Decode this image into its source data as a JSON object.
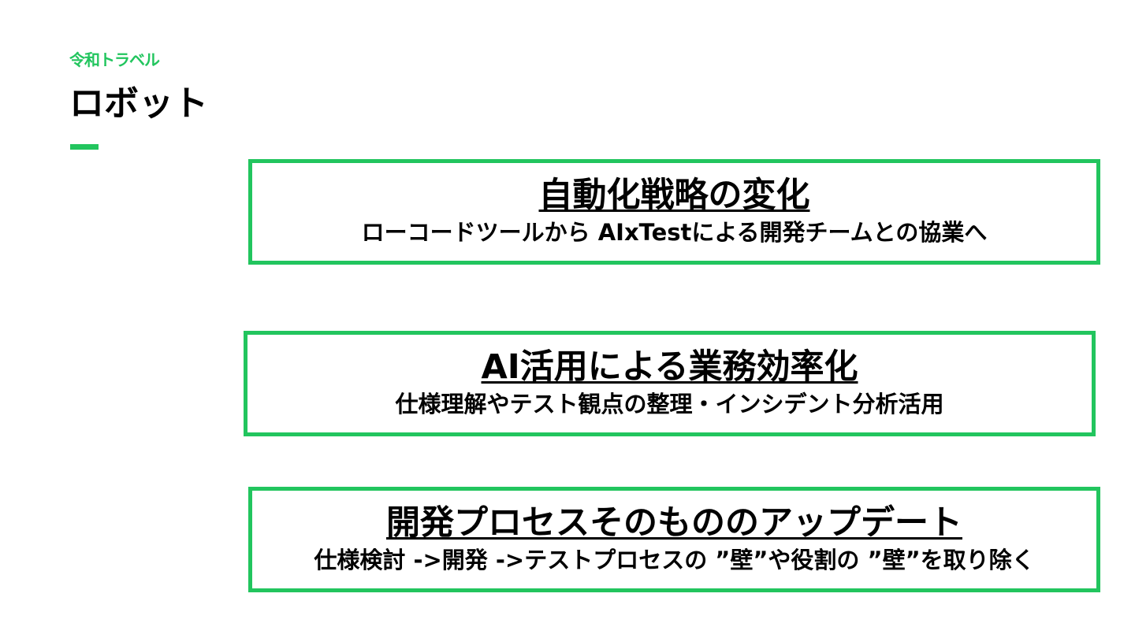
{
  "header": {
    "brand": "令和トラベル",
    "title": "ロボット"
  },
  "colors": {
    "accent": "#22c55e"
  },
  "cards": [
    {
      "heading": "自動化戦略の変化",
      "subtext": "ローコードツールから AIxTestによる開発チームとの協業へ"
    },
    {
      "heading": "AI活用による業務効率化",
      "subtext": "仕様理解やテスト観点の整理・インシデント分析活用"
    },
    {
      "heading": "開発プロセスそのもののアップデート",
      "subtext": "仕様検討 ->開発 ->テストプロセスの ”壁”や役割の ”壁”を取り除く"
    }
  ]
}
